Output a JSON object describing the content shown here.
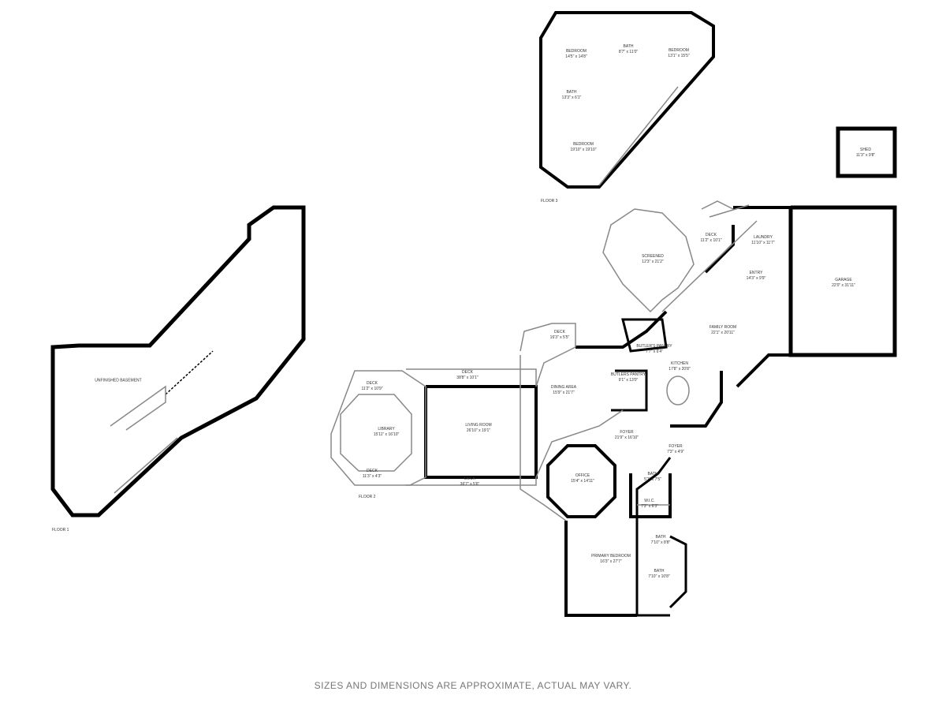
{
  "floors": {
    "floor1": "FLOOR 1",
    "floor2": "FLOOR 2",
    "floor3": "FLOOR 3"
  },
  "rooms": [
    {
      "name": "BEDROOM",
      "dim": "14'5\" x 14'8\""
    },
    {
      "name": "BATH",
      "dim": "8'7\" x 11'0\""
    },
    {
      "name": "BEDROOM",
      "dim": "13'1\" x 15'5\""
    },
    {
      "name": "BATH",
      "dim": "13'3\" x 6'1\""
    },
    {
      "name": "BEDROOM",
      "dim": "19'10\" x 19'10\""
    },
    {
      "name": "SHED",
      "dim": "11'3\" x 9'8\""
    },
    {
      "name": "UNFINISHED BASEMENT",
      "dim": ""
    },
    {
      "name": "SCREENED",
      "dim": "12'3\" x 21'2\""
    },
    {
      "name": "DECK",
      "dim": "11'2\" x 10'1\""
    },
    {
      "name": "LAUNDRY",
      "dim": "11'10\" x 11'7\""
    },
    {
      "name": "ENTRY",
      "dim": "14'3\" x 9'9\""
    },
    {
      "name": "GARAGE",
      "dim": "22'0\" x 31'11\""
    },
    {
      "name": "FAMILY ROOM",
      "dim": "22'1\" x 20'11\""
    },
    {
      "name": "BUTLER'S PANTRY",
      "dim": "7'7\" x 6'4\""
    },
    {
      "name": "DECK",
      "dim": "16'3\" x 5'5\""
    },
    {
      "name": "BUTLERS PANTRY",
      "dim": "9'1\" x 13'0\""
    },
    {
      "name": "KITCHEN",
      "dim": "17'8\" x 20'8\""
    },
    {
      "name": "DINING AREA",
      "dim": "15'9\" x 21'7\""
    },
    {
      "name": "DECK",
      "dim": "38'8\" x 10'1\""
    },
    {
      "name": "DECK",
      "dim": "11'2\" x 10'9\""
    },
    {
      "name": "LIVING ROOM",
      "dim": "26'10\" x 19'1\""
    },
    {
      "name": "LIBRARY",
      "dim": "15'11\" x 16'10\""
    },
    {
      "name": "DECK",
      "dim": "11'3\" x 4'3\""
    },
    {
      "name": "DECK",
      "dim": "36'7\" x 5'6\""
    },
    {
      "name": "FOYER",
      "dim": "21'9\" x 16'10\""
    },
    {
      "name": "FOYER",
      "dim": "7'3\" x 4'9\""
    },
    {
      "name": "OFFICE",
      "dim": "15'4\" x 14'11\""
    },
    {
      "name": "BATH",
      "dim": "5'7\" x 7'5\""
    },
    {
      "name": "W.I.C.",
      "dim": "7'3\" x 6'3\""
    },
    {
      "name": "BATH",
      "dim": "7'10\" x 8'8\""
    },
    {
      "name": "PRIMARY BEDROOM",
      "dim": "16'3\" x 27'7\""
    },
    {
      "name": "BATH",
      "dim": "7'10\" x 10'8\""
    }
  ],
  "disclaimer": "SIZES AND DIMENSIONS ARE APPROXIMATE, ACTUAL MAY VARY."
}
